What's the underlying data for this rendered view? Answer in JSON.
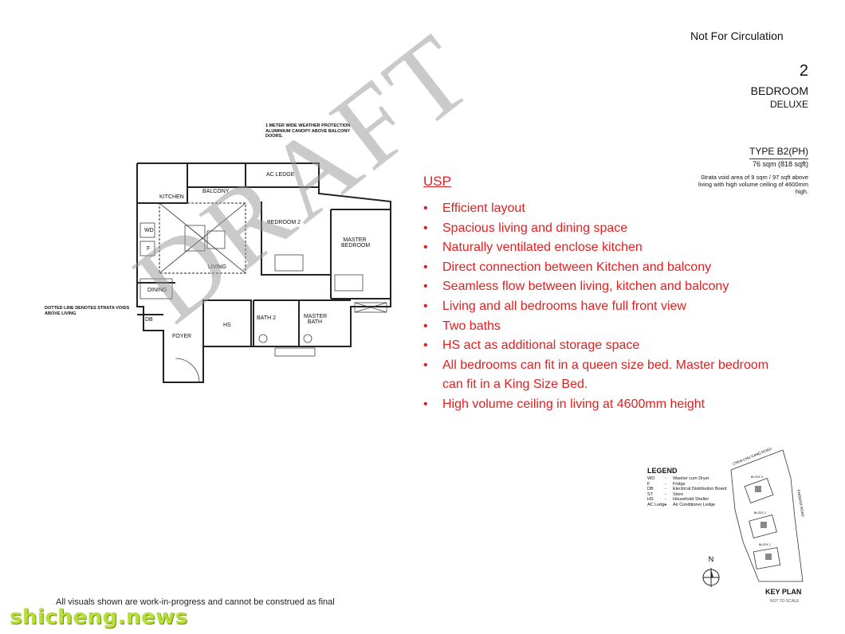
{
  "header": {
    "not_for_circulation": "Not For Circulation",
    "number": "2",
    "bedroom": "BEDROOM",
    "deluxe": "DELUXE"
  },
  "unit": {
    "type": "TYPE B2(PH)",
    "area": "76 sqm  (818 sqft)",
    "strata_note": "Strata void area of 9 sqm / 97 sqft above living with high volume ceiling of 4600mm high."
  },
  "usp": {
    "title": "USP",
    "items": [
      "Efficient layout",
      "Spacious living and dining space",
      "Naturally ventilated enclose kitchen",
      "Direct connection between Kitchen and balcony",
      "Seamless flow between living, kitchen and balcony",
      "Living and all bedrooms have full front view",
      "Two baths",
      "HS act as additional storage space",
      "All bedrooms can fit in a queen size bed. Master bedroom can fit in a King Size Bed.",
      "High volume ceiling in living at  4600mm height"
    ]
  },
  "floorplan": {
    "callout": "1 METER WIDE WEATHER PROTECTION ALUMINIUM CANOPY ABOVE BALCONY DOORS.",
    "dotted_note": "DOTTED LINE DENOTES STRATA VOIDS ABOVE LIVING",
    "rooms": {
      "kitchen": "KITCHEN",
      "balcony": "BALCONY",
      "ac_ledge": "AC LEDGE",
      "bedroom2": "BEDROOM 2",
      "master_bedroom": "MASTER BEDROOM",
      "living": "LIVING",
      "dining": "DINING",
      "wd": "WD",
      "f": "F",
      "db": "DB",
      "foyer": "FOYER",
      "hs": "HS",
      "bath2": "BATH 2",
      "master_bath": "MASTER BATH"
    }
  },
  "watermark_draft": "DRAFT",
  "legend": {
    "title": "LEGEND",
    "rows": [
      {
        "code": "WD",
        "desc": "Washer cum Dryer"
      },
      {
        "code": "F",
        "desc": "Fridge"
      },
      {
        "code": "DB",
        "desc": "Electrical Distribution Board"
      },
      {
        "code": "ST",
        "desc": "Store"
      },
      {
        "code": "HS",
        "desc": "Household Shelter"
      },
      {
        "code": "AC Ledge",
        "desc": "Air Conditioner Ledge"
      }
    ]
  },
  "keyplan": {
    "title": "KEY PLAN",
    "subtitle": "NOT TO SCALE",
    "road1": "CHOA CHU KANG ROAD",
    "road2": "PHOENIX ROAD",
    "block_a": "BLOCK 3",
    "block_b": "BLOCK 2",
    "block_c": "BLOCK 1",
    "north": "N"
  },
  "footer": {
    "note": "All visuals shown are work-in-progress and cannot be construed as final",
    "watermark": "shicheng.news"
  },
  "colors": {
    "usp_red": "#e02020",
    "watermark_green": "#b8de3a"
  }
}
